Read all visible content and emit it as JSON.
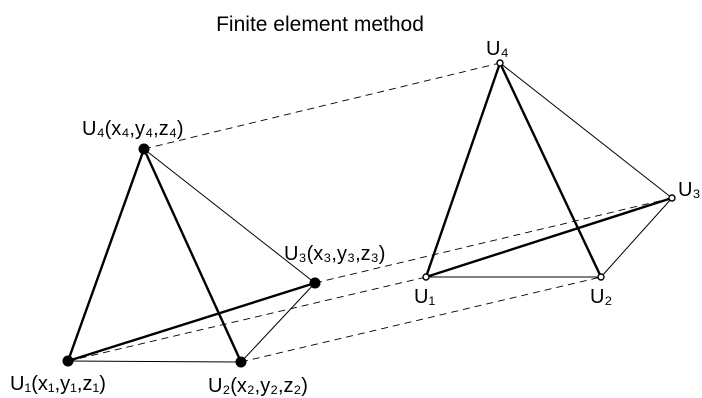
{
  "diagram": {
    "title": "Finite element method",
    "left_tetrahedron": {
      "labels": {
        "u1": "U₁(x₁,y₁,z₁)",
        "u2": "U₂(x₂,y₂,z₂)",
        "u3": "U₃(x₃,y₃,z₃)",
        "u4": "U₄(x₄,y₄,z₄)"
      }
    },
    "right_tetrahedron": {
      "labels": {
        "u1": "U₁",
        "u2": "U₂",
        "u3": "U₃",
        "u4": "U₄"
      }
    }
  }
}
